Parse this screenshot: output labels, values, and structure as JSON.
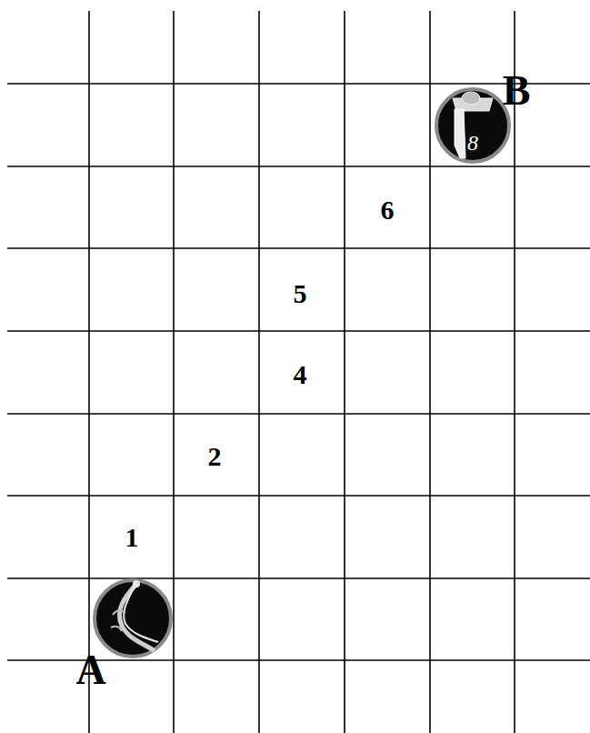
{
  "diagram": {
    "nodes": [
      {
        "text": [
          "A"
        ]
      },
      {
        "text": [
          "B",
          "8"
        ]
      }
    ],
    "labels": [
      "1",
      "2",
      "4",
      "5",
      "6"
    ]
  }
}
